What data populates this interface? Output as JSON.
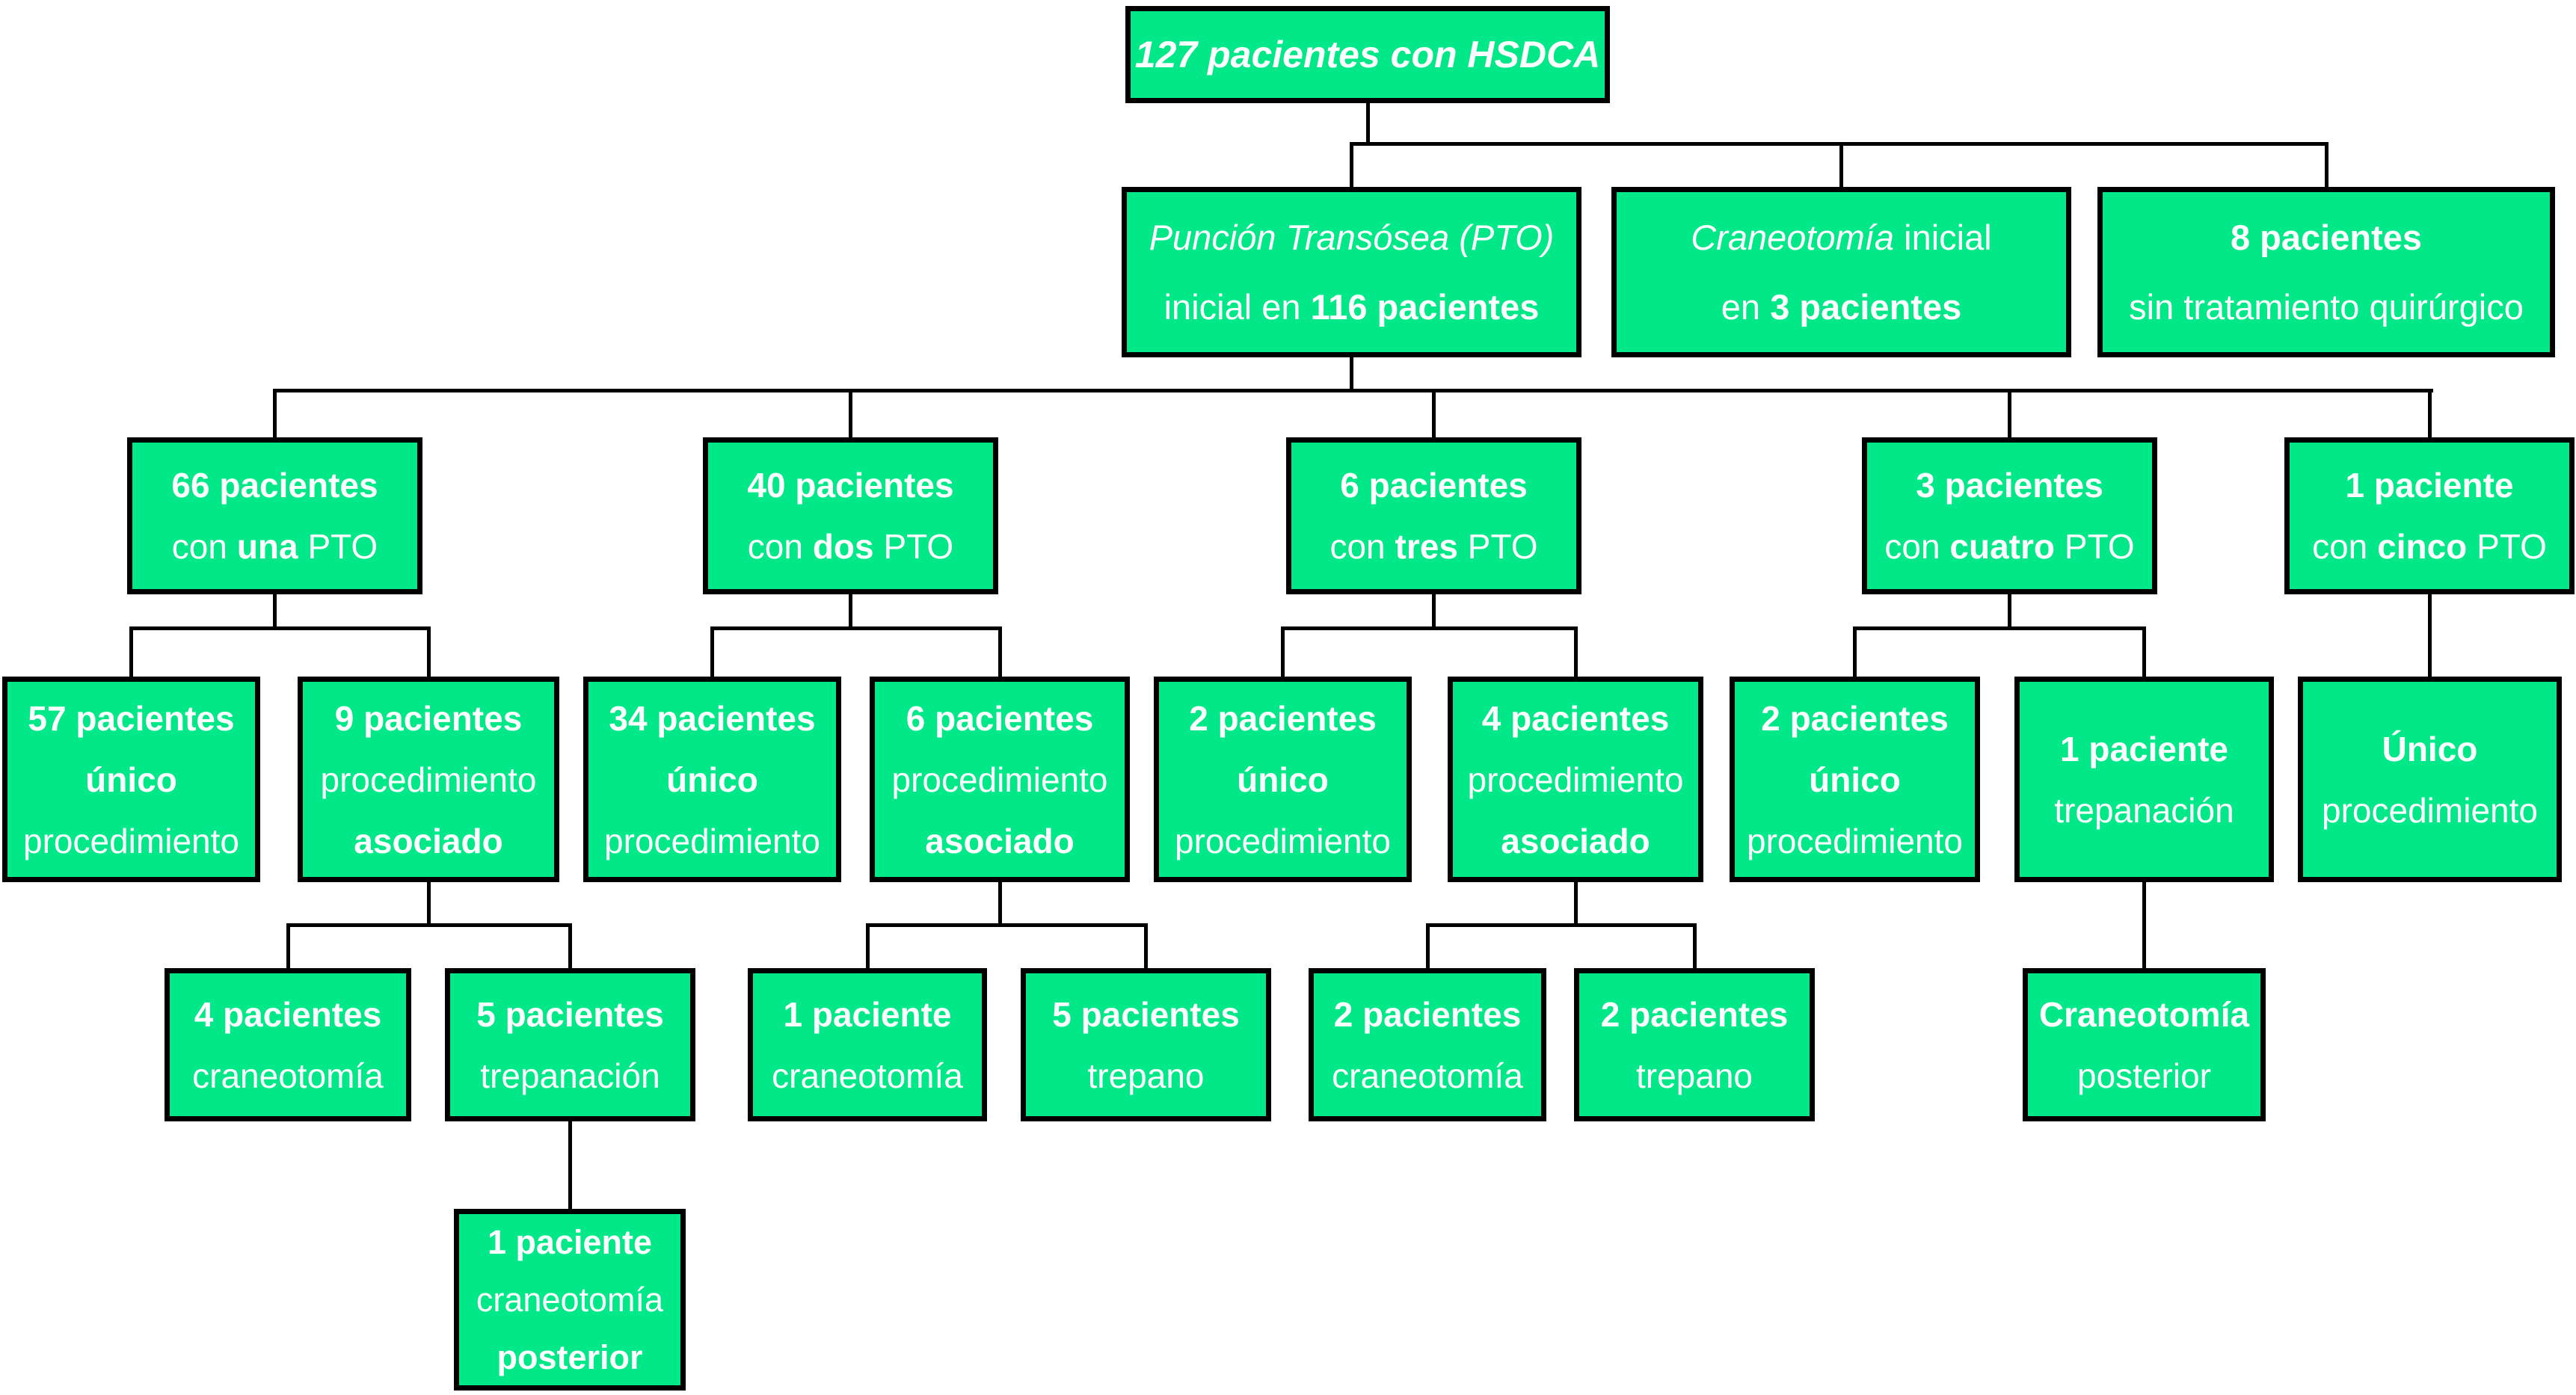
{
  "diagram_type": "flowchart",
  "language": "es",
  "colors": {
    "box_fill": "#00E887",
    "box_border": "#000000",
    "text": "#FFFFFF",
    "connector": "#000000",
    "background": "#FFFFFF"
  },
  "nodes": {
    "root": {
      "l1": "127 pacientes con HSDCA"
    },
    "pto_inicial": {
      "l1": "Punción Transósea (PTO)",
      "l2a": "inicial en",
      "l2b": "116 pacientes"
    },
    "craneotomia_inicial": {
      "l1a": "Craneotomía",
      "l1b": "inicial",
      "l2a": "en",
      "l2b": "3 pacientes"
    },
    "sin_tratamiento": {
      "l1": "8 pacientes",
      "l2": "sin tratamiento quirúrgico"
    },
    "pto1": {
      "l1": "66 pacientes",
      "l2a": "con",
      "l2b": "una",
      "l2c": "PTO"
    },
    "pto2": {
      "l1": "40 pacientes",
      "l2a": "con",
      "l2b": "dos",
      "l2c": "PTO"
    },
    "pto3": {
      "l1": "6 pacientes",
      "l2a": "con",
      "l2b": "tres",
      "l2c": "PTO"
    },
    "pto4": {
      "l1": "3 pacientes",
      "l2a": "con",
      "l2b": "cuatro",
      "l2c": "PTO"
    },
    "pto5": {
      "l1": "1 paciente",
      "l2a": "con",
      "l2b": "cinco",
      "l2c": "PTO"
    },
    "pto1_unico": {
      "l1": "57 pacientes",
      "l2": "único",
      "l3": "procedimiento"
    },
    "pto1_asociado": {
      "l1": "9 pacientes",
      "l2": "procedimiento",
      "l3": "asociado"
    },
    "pto2_unico": {
      "l1": "34 pacientes",
      "l2": "único",
      "l3": "procedimiento"
    },
    "pto2_asociado": {
      "l1": "6 pacientes",
      "l2": "procedimiento",
      "l3": "asociado"
    },
    "pto3_unico": {
      "l1": "2 pacientes",
      "l2": "único",
      "l3": "procedimiento"
    },
    "pto3_asociado": {
      "l1": "4 pacientes",
      "l2": "procedimiento",
      "l3": "asociado"
    },
    "pto4_unico": {
      "l1": "2 pacientes",
      "l2": "único",
      "l3": "procedimiento"
    },
    "pto4_trepanacion": {
      "l1": "1 paciente",
      "l2": "trepanación"
    },
    "pto5_unico": {
      "l1": "Único",
      "l2": "procedimiento"
    },
    "asoc1_craneotomia": {
      "l1": "4 pacientes",
      "l2": "craneotomía"
    },
    "asoc1_trepanacion": {
      "l1": "5 pacientes",
      "l2": "trepanación"
    },
    "asoc2_craneotomia": {
      "l1": "1 paciente",
      "l2": "craneotomía"
    },
    "asoc2_trepano": {
      "l1": "5 pacientes",
      "l2": "trepano"
    },
    "asoc3_craneotomia": {
      "l1": "2 pacientes",
      "l2": "craneotomía"
    },
    "asoc3_trepano": {
      "l1": "2 pacientes",
      "l2": "trepano"
    },
    "craneotomia_posterior": {
      "l1": "Craneotomía",
      "l2": "posterior"
    },
    "trepanacion_craneo_posterior": {
      "l1": "1 paciente",
      "l2": "craneotomía",
      "l3": "posterior"
    }
  },
  "edges": [
    [
      "root",
      "pto_inicial"
    ],
    [
      "root",
      "craneotomia_inicial"
    ],
    [
      "root",
      "sin_tratamiento"
    ],
    [
      "pto_inicial",
      "pto1"
    ],
    [
      "pto_inicial",
      "pto2"
    ],
    [
      "pto_inicial",
      "pto3"
    ],
    [
      "pto_inicial",
      "pto4"
    ],
    [
      "pto_inicial",
      "pto5"
    ],
    [
      "pto1",
      "pto1_unico"
    ],
    [
      "pto1",
      "pto1_asociado"
    ],
    [
      "pto2",
      "pto2_unico"
    ],
    [
      "pto2",
      "pto2_asociado"
    ],
    [
      "pto3",
      "pto3_unico"
    ],
    [
      "pto3",
      "pto3_asociado"
    ],
    [
      "pto4",
      "pto4_unico"
    ],
    [
      "pto4",
      "pto4_trepanacion"
    ],
    [
      "pto5",
      "pto5_unico"
    ],
    [
      "pto1_asociado",
      "asoc1_craneotomia"
    ],
    [
      "pto1_asociado",
      "asoc1_trepanacion"
    ],
    [
      "pto2_asociado",
      "asoc2_craneotomia"
    ],
    [
      "pto2_asociado",
      "asoc2_trepano"
    ],
    [
      "pto3_asociado",
      "asoc3_craneotomia"
    ],
    [
      "pto3_asociado",
      "asoc3_trepano"
    ],
    [
      "pto4_trepanacion",
      "craneotomia_posterior"
    ],
    [
      "asoc1_trepanacion",
      "trepanacion_craneo_posterior"
    ]
  ]
}
